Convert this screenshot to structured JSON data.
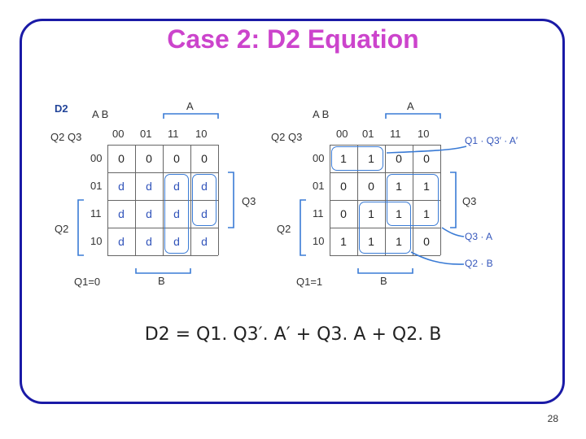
{
  "title": "Case 2: D2 Equation",
  "left_map": {
    "tag": "D2",
    "var_ab": "A B",
    "var_q2q3": "Q2 Q3",
    "col_headers": [
      "00",
      "01",
      "11",
      "10"
    ],
    "row_headers": [
      "00",
      "01",
      "11",
      "10"
    ],
    "cells": [
      [
        "0",
        "0",
        "0",
        "0"
      ],
      [
        "d",
        "d",
        "d",
        "d"
      ],
      [
        "d",
        "d",
        "d",
        "d"
      ],
      [
        "d",
        "d",
        "d",
        "d"
      ]
    ],
    "label_a": "A",
    "label_b": "B",
    "label_q3": "Q3",
    "label_q2": "Q2",
    "caption": "Q1=0"
  },
  "right_map": {
    "var_ab": "A B",
    "var_q2q3": "Q2 Q3",
    "col_headers": [
      "00",
      "01",
      "11",
      "10"
    ],
    "row_headers": [
      "00",
      "01",
      "11",
      "10"
    ],
    "cells": [
      [
        "1",
        "1",
        "0",
        "0"
      ],
      [
        "0",
        "0",
        "1",
        "1"
      ],
      [
        "0",
        "1",
        "1",
        "1"
      ],
      [
        "1",
        "1",
        "1",
        "0"
      ]
    ],
    "label_a": "A",
    "label_b": "B",
    "label_q3": "Q3",
    "label_q2": "Q2",
    "caption": "Q1=1"
  },
  "annotations": [
    "Q1 · Q3′ · A′",
    "Q3 · A",
    "Q2 · B"
  ],
  "equation": "D2 = Q1. Q3′. A′ + Q3. A + Q2. B",
  "page_number": "28",
  "colors": {
    "title": "#cc44cc",
    "frame": "#1a1aa6",
    "group": "#3a7bd5",
    "annotation": "#3355bb"
  }
}
